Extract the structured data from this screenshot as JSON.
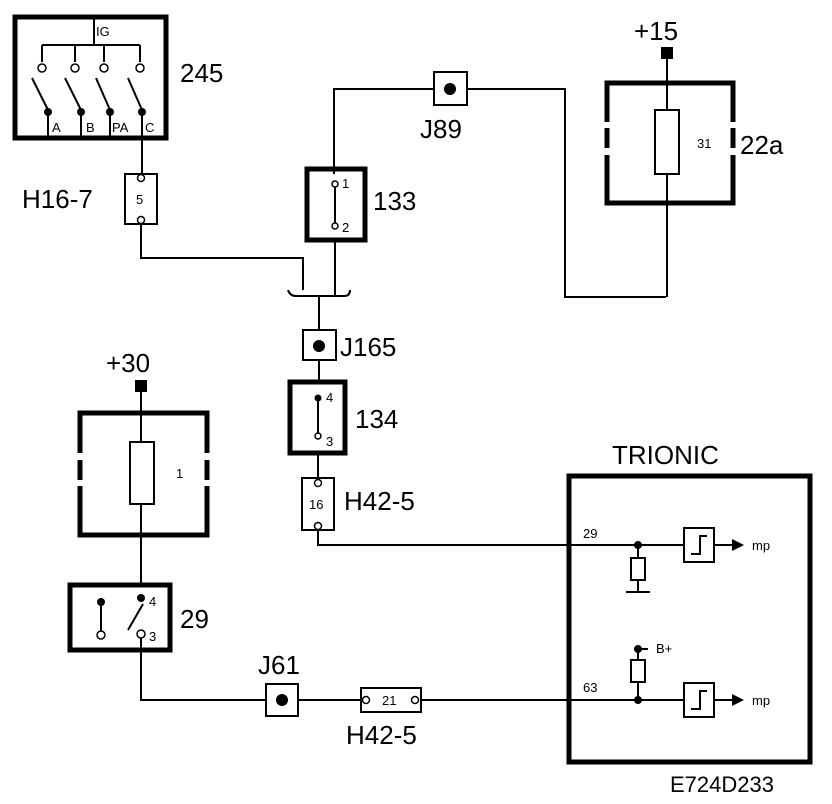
{
  "ignition_switch": {
    "ref": "245",
    "common_label": "IG",
    "contacts": [
      "A",
      "B",
      "PA",
      "C"
    ]
  },
  "connectors": {
    "h16_7": {
      "ref": "H16-7",
      "pin": "5"
    },
    "h42_5_top": {
      "ref": "H42-5",
      "pin": "16"
    },
    "h42_5_bottom": {
      "ref": "H42-5",
      "pin": "21"
    }
  },
  "junctions": {
    "j89": "J89",
    "j165": "J165",
    "j61": "J61"
  },
  "switch_133": {
    "ref": "133",
    "pin_top": "1",
    "pin_bottom": "2"
  },
  "switch_134": {
    "ref": "134",
    "pin_top": "4",
    "pin_bottom": "3"
  },
  "relay_22a": {
    "ref": "22a",
    "coil_pin": "31",
    "supply": "+15"
  },
  "fuse_1": {
    "ref": "1",
    "supply": "+30"
  },
  "relay_29": {
    "ref": "29",
    "pin_top": "4",
    "pin_bottom": "3"
  },
  "trionic": {
    "title": "TRIONIC",
    "input_top_pin": "29",
    "input_bottom_pin": "63",
    "output_label_top": "mp",
    "output_label_bottom": "mp",
    "pullup_label": "B+"
  },
  "drawing_code": "E724D233"
}
